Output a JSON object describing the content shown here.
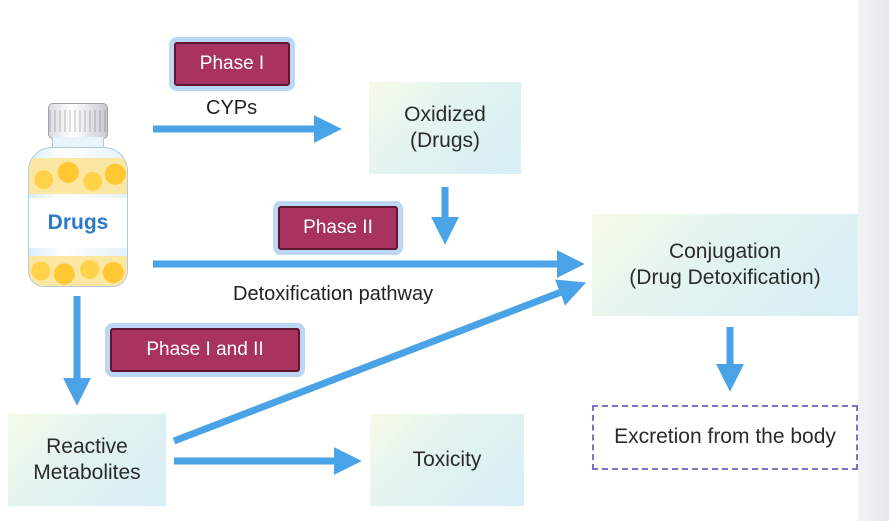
{
  "drug_bottle": {
    "label": "Drugs"
  },
  "badges": {
    "phase1": "Phase I",
    "phase2": "Phase II",
    "phase12": "Phase I and II"
  },
  "labels": {
    "cyps": "CYPs",
    "detox_pathway": "Detoxification pathway"
  },
  "nodes": {
    "oxidized": {
      "line1": "Oxidized",
      "line2": "(Drugs)"
    },
    "conjugation": {
      "line1": "Conjugation",
      "line2": "(Drug Detoxification)"
    },
    "reactive": {
      "line1": "Reactive",
      "line2": "Metabolites"
    },
    "toxicity": "Toxicity",
    "excretion": "Excretion from the body"
  },
  "colors": {
    "arrow": "#4aa3e6",
    "badge_fill": "#a9335f",
    "badge_halo": "#bcd6f3",
    "excretion_border": "#7d73c4"
  }
}
